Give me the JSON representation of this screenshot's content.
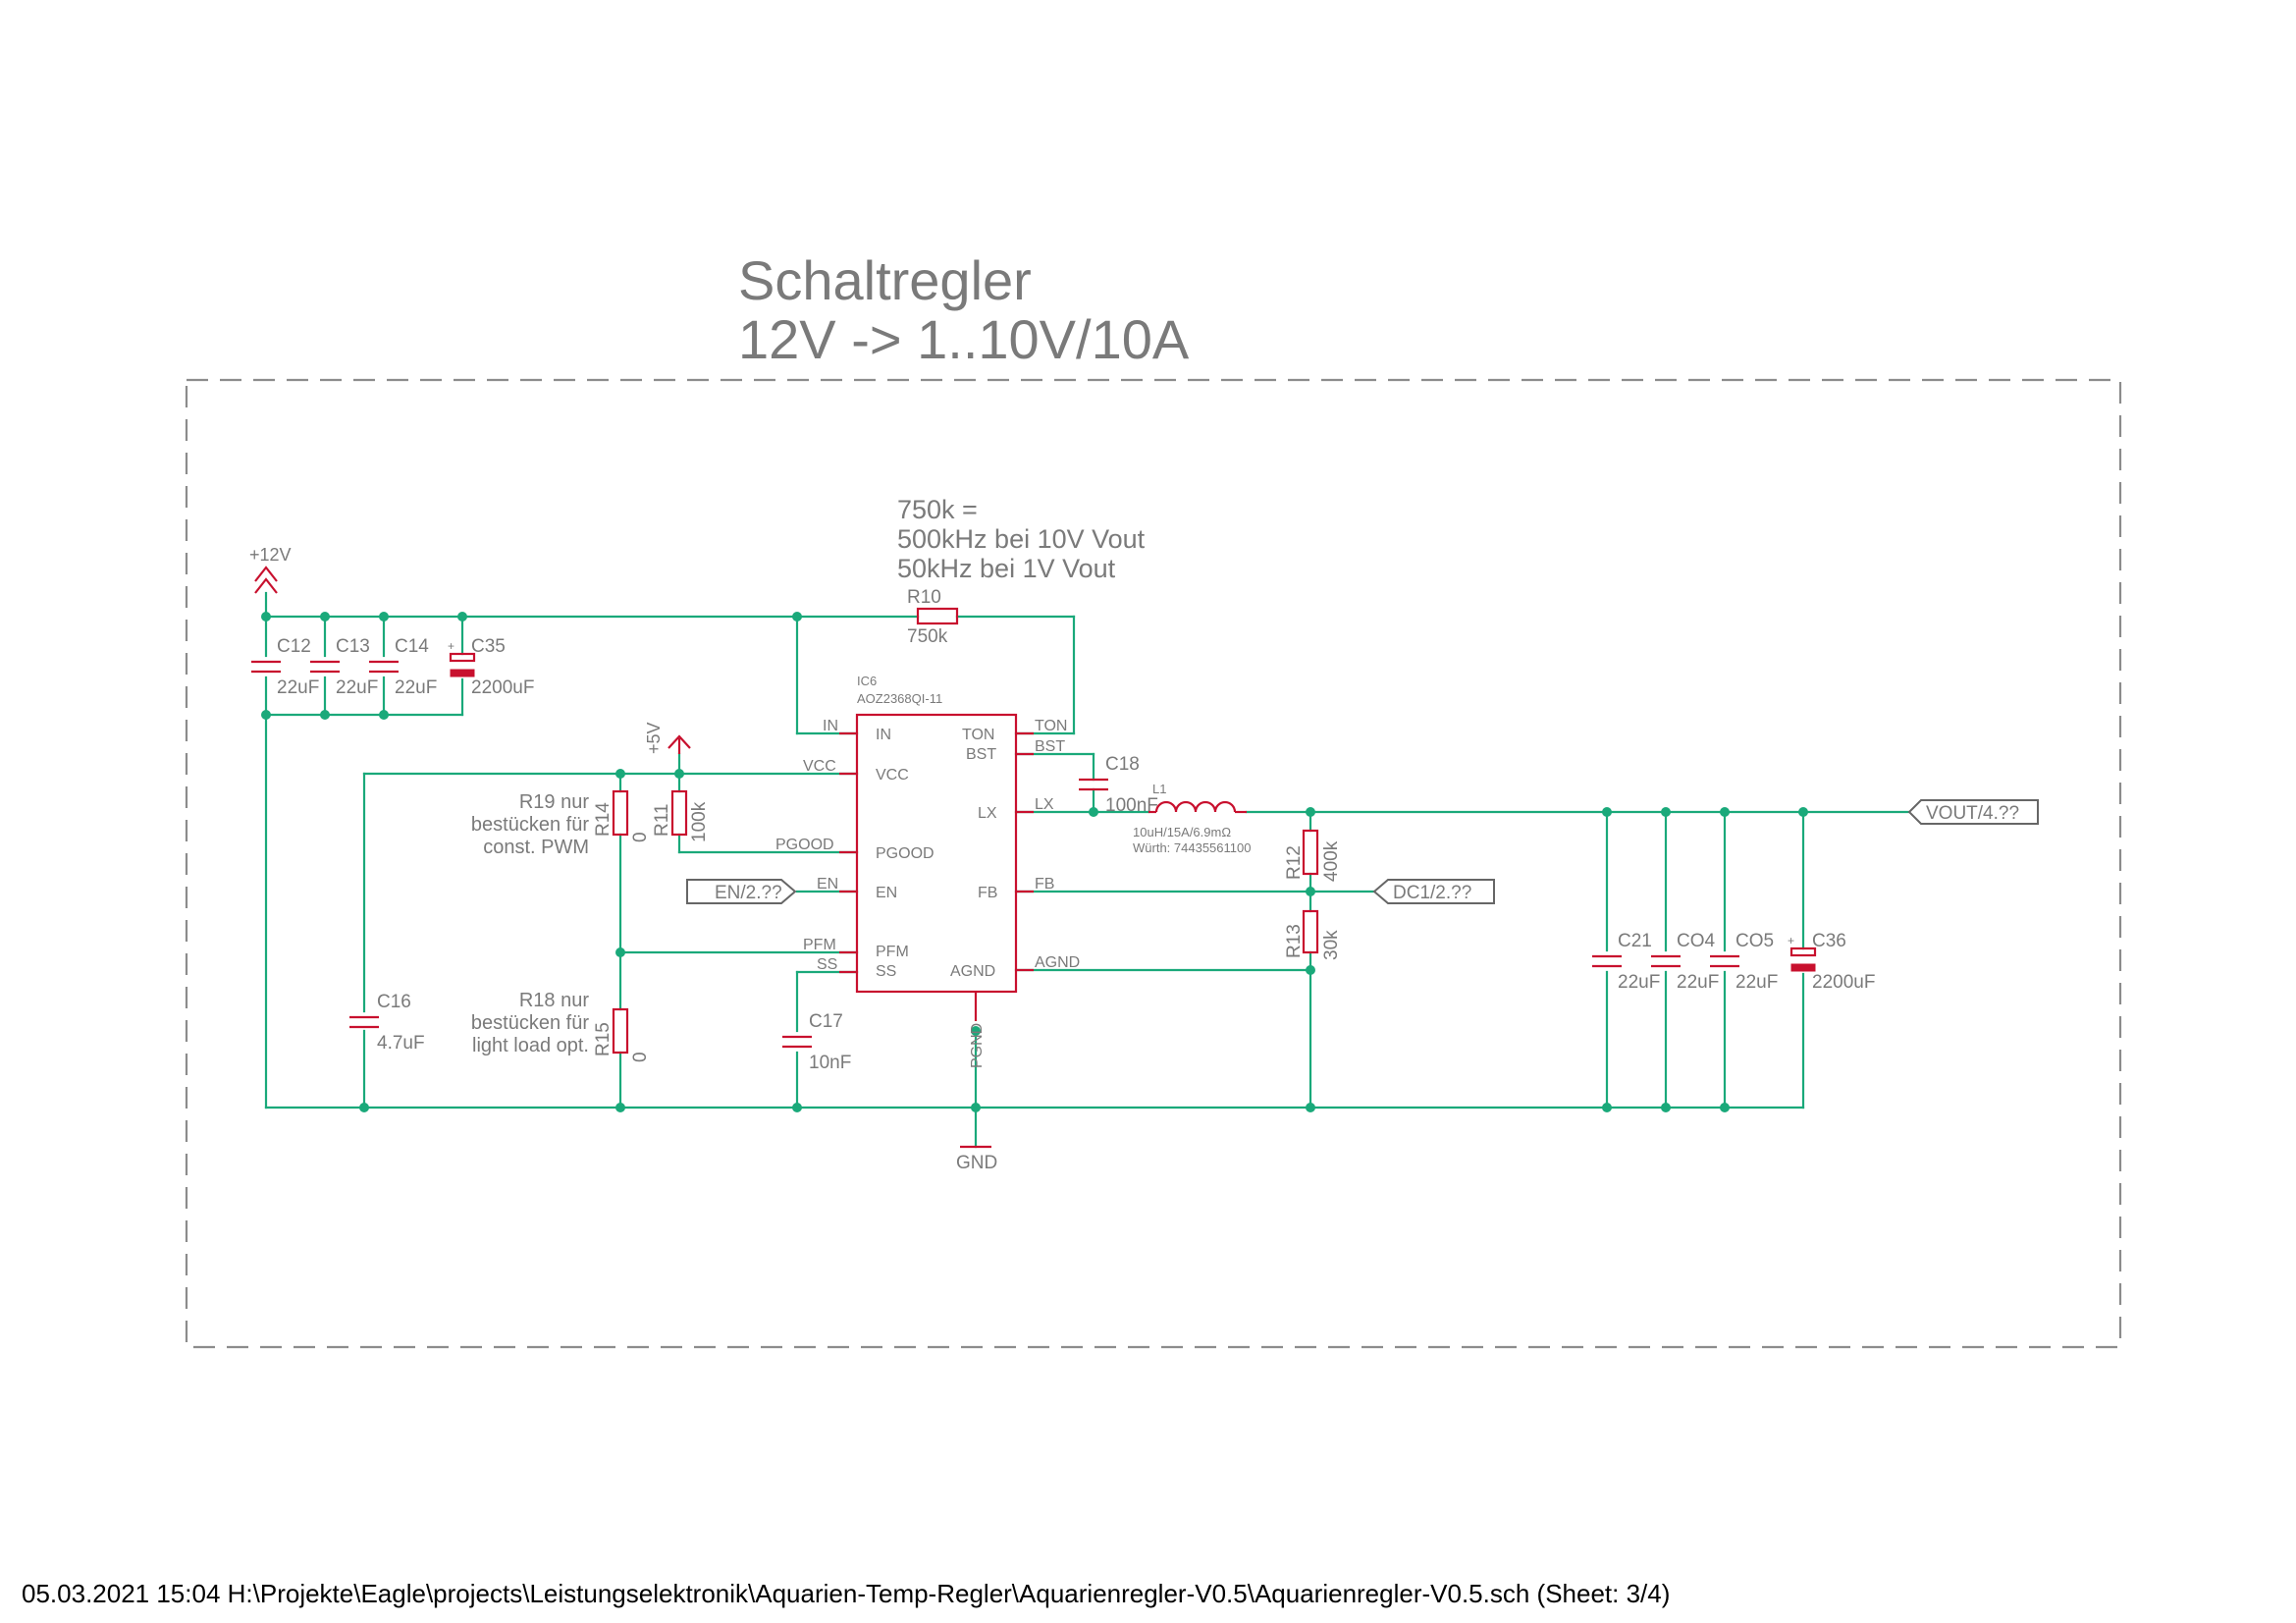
{
  "title": {
    "line1": "Schaltregler",
    "line2": "12V -> 1..10V/10A"
  },
  "note_r10": {
    "line1": "750k =",
    "line2": "500kHz bei 10V Vout",
    "line3": "50kHz bei 1V Vout"
  },
  "ic": {
    "ref": "IC6",
    "part": "AOZ2368QI-11",
    "pins_left": [
      "IN",
      "VCC",
      "PGOOD",
      "EN",
      "PFM",
      "SS"
    ],
    "pins_right": [
      "TON",
      "BST",
      "LX",
      "FB",
      "AGND"
    ],
    "pin_pgnd": "PGND",
    "nets_left": [
      "IN",
      "VCC",
      "PGOOD",
      "EN",
      "PFM",
      "SS"
    ],
    "nets_right": [
      "TON",
      "BST",
      "LX",
      "FB",
      "AGND"
    ]
  },
  "supplies": {
    "p12v": "+12V",
    "p5v": "+5V",
    "gnd": "GND"
  },
  "components": {
    "C12": {
      "name": "C12",
      "value": "22uF"
    },
    "C13": {
      "name": "C13",
      "value": "22uF"
    },
    "C14": {
      "name": "C14",
      "value": "22uF"
    },
    "C35": {
      "name": "C35",
      "value": "2200uF"
    },
    "R10": {
      "name": "R10",
      "value": "750k"
    },
    "C18": {
      "name": "C18",
      "value": "100nF"
    },
    "L1": {
      "name": "L1",
      "value": "10uH/15A/6.9mΩ",
      "mpn": "Würth: 74435561100"
    },
    "R14": {
      "name": "R14",
      "value": "0"
    },
    "R11": {
      "name": "R11",
      "value": "100k"
    },
    "R15": {
      "name": "R15",
      "value": "0"
    },
    "C16": {
      "name": "C16",
      "value": "4.7uF"
    },
    "C17": {
      "name": "C17",
      "value": "10nF"
    },
    "R12": {
      "name": "R12",
      "value": "400k"
    },
    "R13": {
      "name": "R13",
      "value": "30k"
    },
    "C21": {
      "name": "C21",
      "value": "22uF"
    },
    "CO4": {
      "name": "CO4",
      "value": "22uF"
    },
    "CO5": {
      "name": "CO5",
      "value": "22uF"
    },
    "C36": {
      "name": "C36",
      "value": "2200uF"
    }
  },
  "notes": {
    "r19": {
      "line1": "R19 nur",
      "line2": "bestücken für",
      "line3": "const. PWM"
    },
    "r18": {
      "line1": "R18 nur",
      "line2": "bestücken für",
      "line3": "light load opt."
    }
  },
  "ports": {
    "vout": "VOUT/4.??",
    "en": "EN/2.??",
    "dc1": "DC1/2.??"
  },
  "footer": "05.03.2021 15:04  H:\\Projekte\\Eagle\\projects\\Leistungselektronik\\Aquarien-Temp-Regler\\Aquarienregler-V0.5\\Aquarienregler-V0.5.sch (Sheet: 3/4)",
  "colors": {
    "wire": "#1aa97a",
    "part": "#c8102e",
    "text": "#7a7a7a",
    "frame": "#8c8c8c"
  }
}
